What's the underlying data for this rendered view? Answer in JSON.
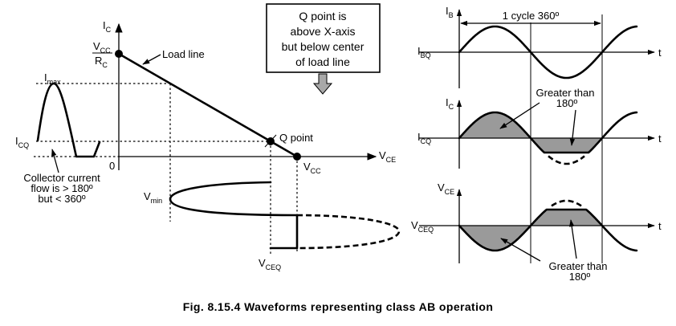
{
  "caption": "Fig. 8.15.4 Waveforms representing class AB operation",
  "colors": {
    "ink": "#000000",
    "shade": "#9a9a9a",
    "arrow_fill": "#a8a8a8",
    "background": "#ffffff"
  },
  "left_panel": {
    "y_axis": {
      "main": "I",
      "sub": "C"
    },
    "x_axis": {
      "main": "V",
      "sub": "CE"
    },
    "origin_label": "0",
    "vcc_rc": {
      "num_main": "V",
      "num_sub": "CC",
      "den_main": "R",
      "den_sub": "C"
    },
    "load_line_label": "Load line",
    "q_point_label": "Q point",
    "vcc_label": {
      "main": "V",
      "sub": "CC"
    },
    "imax_label": {
      "main": "I",
      "sub": "max"
    },
    "icq_label": {
      "main": "I",
      "sub": "CQ"
    },
    "vmin_label": {
      "main": "V",
      "sub": "min"
    },
    "vceq_label": {
      "main": "V",
      "sub": "CEQ"
    },
    "collector_note": [
      "Collector current",
      "flow is > 180º",
      "but < 360º"
    ]
  },
  "callout_box": {
    "lines": [
      "Q point is",
      "above X-axis",
      "but below center",
      "of load line"
    ],
    "icon": "down-arrow-icon"
  },
  "right_panel": {
    "cycle_label": "1 cycle 360º",
    "ib": {
      "axis": {
        "main": "I",
        "sub": "B"
      },
      "baseline": {
        "main": "I",
        "sub": "BQ"
      },
      "t": "t"
    },
    "ic": {
      "axis": {
        "main": "I",
        "sub": "C"
      },
      "baseline": {
        "main": "I",
        "sub": "CQ"
      },
      "t": "t",
      "note": [
        "Greater than",
        "180º"
      ]
    },
    "vce": {
      "axis": {
        "main": "V",
        "sub": "CE"
      },
      "baseline": {
        "main": "V",
        "sub": "CEQ"
      },
      "t": "t",
      "note": [
        "Greater than",
        "180º"
      ]
    }
  }
}
